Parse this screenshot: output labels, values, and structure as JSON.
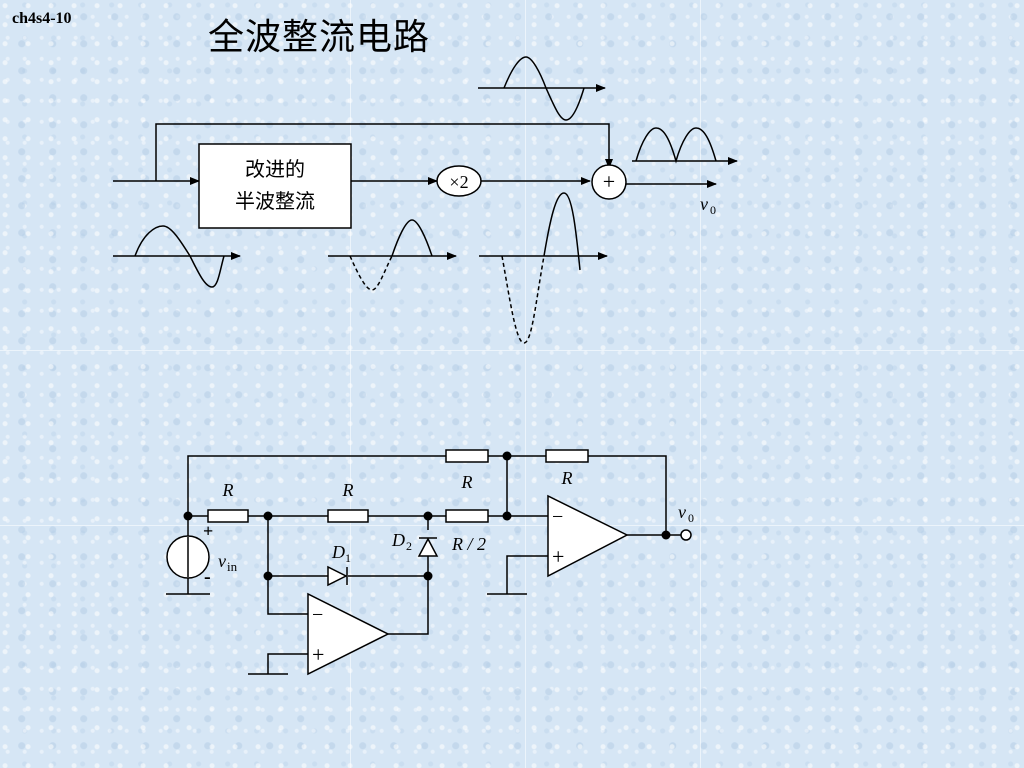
{
  "slide_code": "ch4s4-10",
  "title": "全波整流电路",
  "block_diagram": {
    "block_label_line1": "改进的",
    "block_label_line2": "半波整流",
    "multiplier_label": "×2",
    "summer_label": "+",
    "output_label": "v",
    "output_subscript": "0"
  },
  "circuit": {
    "resistor_labels": [
      "R",
      "R",
      "R",
      "R"
    ],
    "half_resistor_label": "R / 2",
    "diode_1_label": "D",
    "diode_1_subscript": "1",
    "diode_2_label": "D",
    "diode_2_subscript": "2",
    "source_label": "v",
    "source_subscript": "in",
    "source_plus": "+",
    "source_minus": "-",
    "opamp_minus": "−",
    "opamp_plus": "+",
    "output_label": "v",
    "output_subscript": "0"
  },
  "colors": {
    "background": "#d6e6f5",
    "ink": "#000000"
  }
}
